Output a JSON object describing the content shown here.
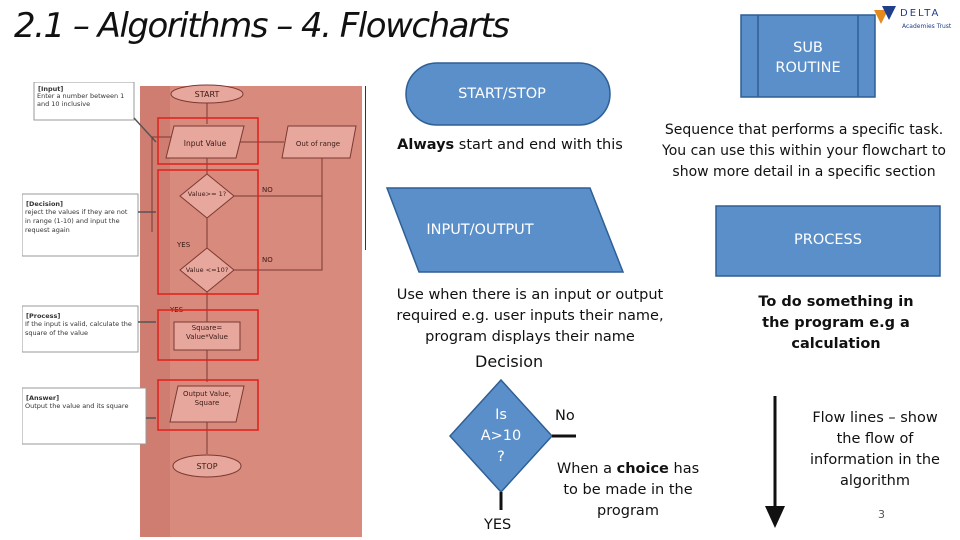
{
  "title": "2.1 – Algorithms – 4. Flowcharts",
  "logo": {
    "name": "DELTA",
    "tagline": "Academies Trust"
  },
  "colors": {
    "shape_fill": "#5b8fc9",
    "shape_stroke": "#2e5f95",
    "photo_bg": "#d88a7c",
    "highlight": "#e0201a"
  },
  "photo": {
    "annotations": [
      {
        "tag": "[Input]",
        "text": "Enter a number between 1 and 10 inclusive"
      },
      {
        "tag": "[Decision]",
        "text": "reject the values if they are not in range (1-10) and input the request again"
      },
      {
        "tag": "[Process]",
        "text": "If the input is valid, calculate the square of the value"
      },
      {
        "tag": "[Answer]",
        "text": "Output the value and its square"
      }
    ],
    "flow": {
      "start": "START",
      "input": "Input Value",
      "out_of_range": "Out of range",
      "decision1": "Value>= 1?",
      "decision2": "Value <=10?",
      "no1": "NO",
      "no2": "NO",
      "yes1": "YES",
      "yes2": "YES",
      "process": "Square= Value*Value",
      "output": "Output Value, Square",
      "stop": "STOP"
    }
  },
  "startstop": {
    "label": "START/STOP",
    "description_bold": "Always",
    "description_rest": " start and end with this"
  },
  "subroutine": {
    "label_line1": "SUB",
    "label_line2": "ROUTINE",
    "description": "Sequence that performs a specific task. You can use this within your flowchart to show more detail in a specific section"
  },
  "inputoutput": {
    "label": "INPUT/OUTPUT",
    "description": "Use when there is an input or output required e.g. user inputs their name, program displays their name"
  },
  "process": {
    "label": "PROCESS",
    "description": "To do something in the program e.g a calculation"
  },
  "decision": {
    "heading": "Decision",
    "line1": "Is",
    "line2": "A>10",
    "line3": "?",
    "no": "No",
    "yes": "YES",
    "desc_pre": "When a ",
    "desc_bold": "choice",
    "desc_post": " has to be made in the program"
  },
  "flowlines": {
    "description": "Flow lines – show the flow of information in the algorithm"
  },
  "page_number": "3"
}
